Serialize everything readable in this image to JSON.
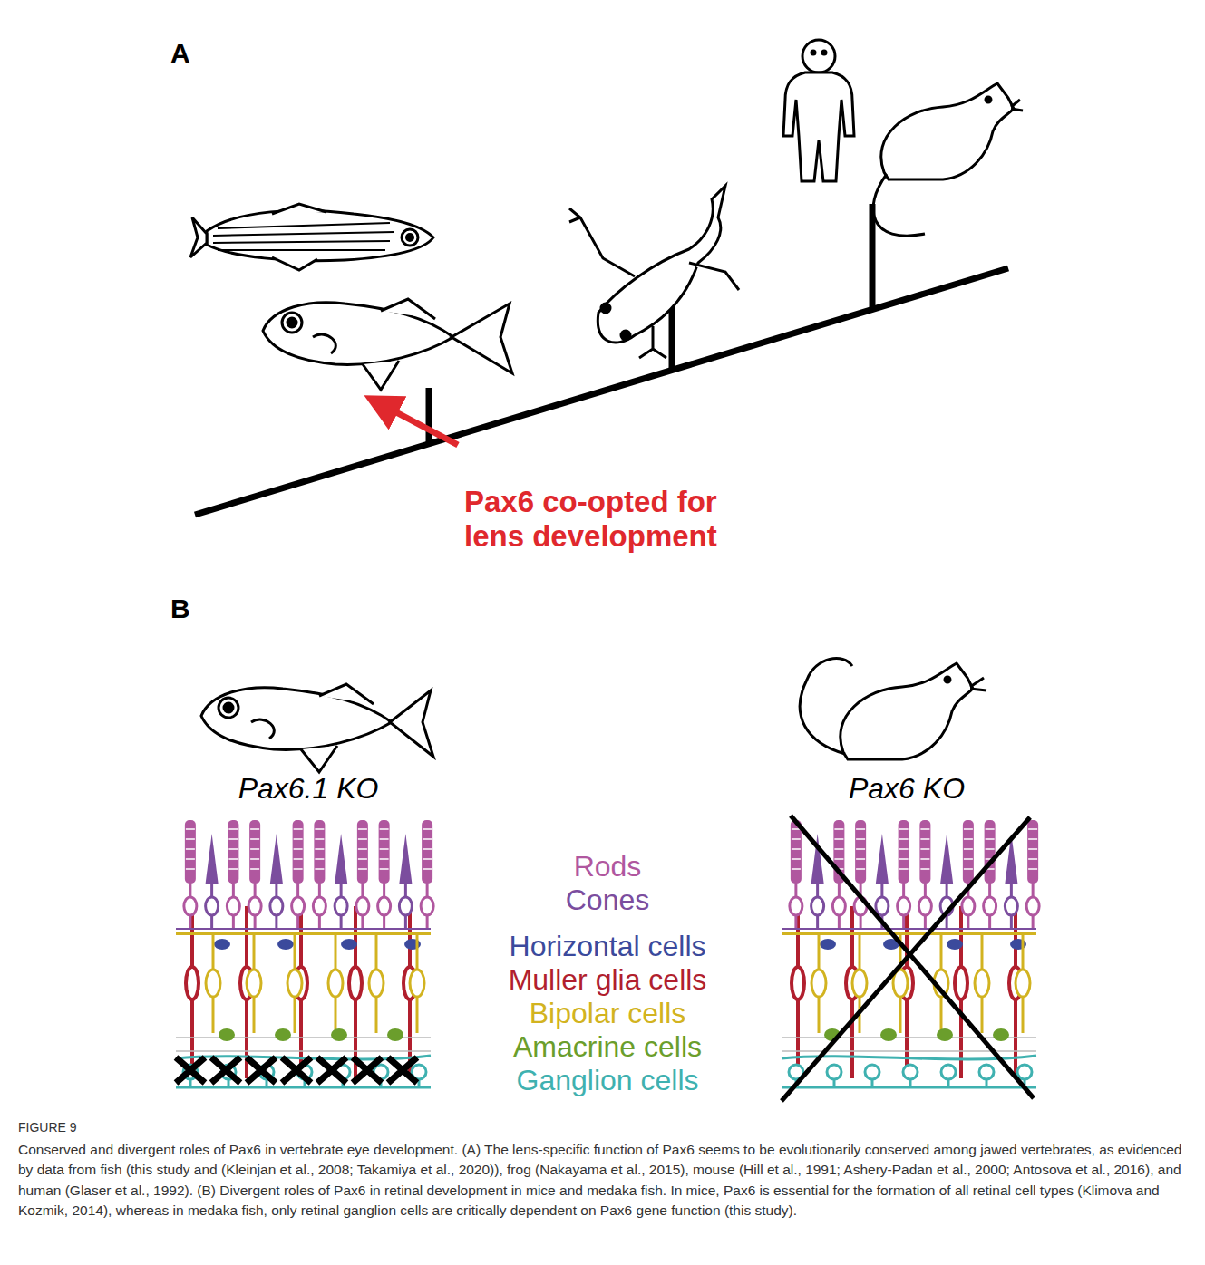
{
  "diagram": {
    "caption": "Conserved and divergent roles of Pax6 in vertebrate eye development. (A) The lens-specific function of Pax6 seems to be evolutionarily conserved among jawed vertebrates, as evidenced by data from fish (this study and (Kleinjan et al., 2008; Takamiya et al., 2020)), frog (Nakayama et al., 2015), mouse (Hill et al., 1991; Ashery-Padan et al., 2000; Antosova et al., 2016), and human (Glaser et al., 1992). (B) Divergent roles of Pax6 in retinal development in mice and medaka fish. In mice, Pax6 is essential for the formation of all retinal cell types (Klimova and Kozmik, 2014), whereas in medaka fish, only retinal ganglion cells are critically dependent on Pax6 gene function (this study).",
    "labels": [
      "A",
      "Pax6 co-opted for lens development",
      "B",
      "Pax6.1 KO",
      "Pax6 KO",
      "FIGURE 9"
    ],
    "legend": [
      {
        "text": "Rods",
        "color": "#b0579f"
      },
      {
        "text": "Cones",
        "color": "#7b4d9e"
      },
      {
        "text": "Horizontal cells",
        "color": "#3b4a9c"
      },
      {
        "text": "Muller glia cells",
        "color": "#b11f2e"
      },
      {
        "text": "Bipolar cells",
        "color": "#d2b320"
      },
      {
        "text": "Amacrine cells",
        "color": "#6b9e2c"
      },
      {
        "text": "Ganglion cells",
        "color": "#3fb1b0"
      }
    ]
  }
}
